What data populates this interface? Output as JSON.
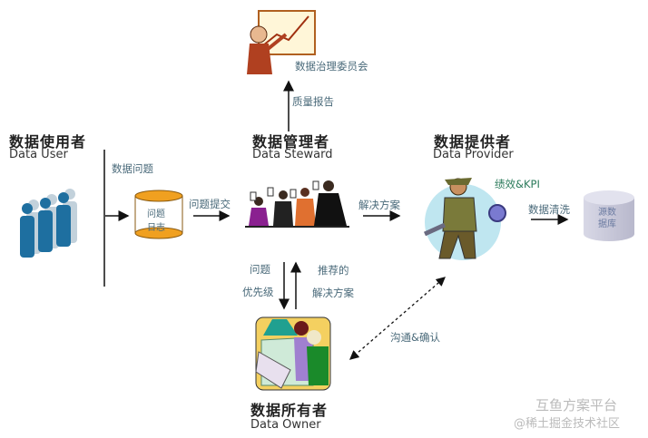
{
  "committee": {
    "label": "数据治理委员会"
  },
  "quality_report": "质量报告",
  "user": {
    "title": "数据使用者",
    "subtitle": "Data User"
  },
  "steward": {
    "title": "数据管理者",
    "subtitle": "Data Steward"
  },
  "provider": {
    "title": "数据提供者",
    "subtitle": "Data Provider"
  },
  "owner": {
    "title": "数据所有者",
    "subtitle": "Data Owner"
  },
  "edges": {
    "data_issue": "数据问题",
    "issue_submit": "问题提交",
    "solution": "解决方案",
    "kpi": "绩效&KPI",
    "data_cleansing": "数据清洗",
    "issue": "问题",
    "priority": "优先级",
    "recommended": "推荐的",
    "recommended_solution": "解决方案",
    "communicate": "沟通&确认"
  },
  "issue_log": {
    "line1": "问题",
    "line2": "日志"
  },
  "source_db": {
    "line1": "源数",
    "line2": "据库"
  },
  "watermark": {
    "line1": "互鱼方案平台",
    "line2": "@稀土掘金技术社区"
  },
  "colors": {
    "log_cylinder": "#f0a020",
    "source_db": "#c8c8d8",
    "user_figures": "#1e6fa0",
    "label_text": "#4a6a7a"
  }
}
